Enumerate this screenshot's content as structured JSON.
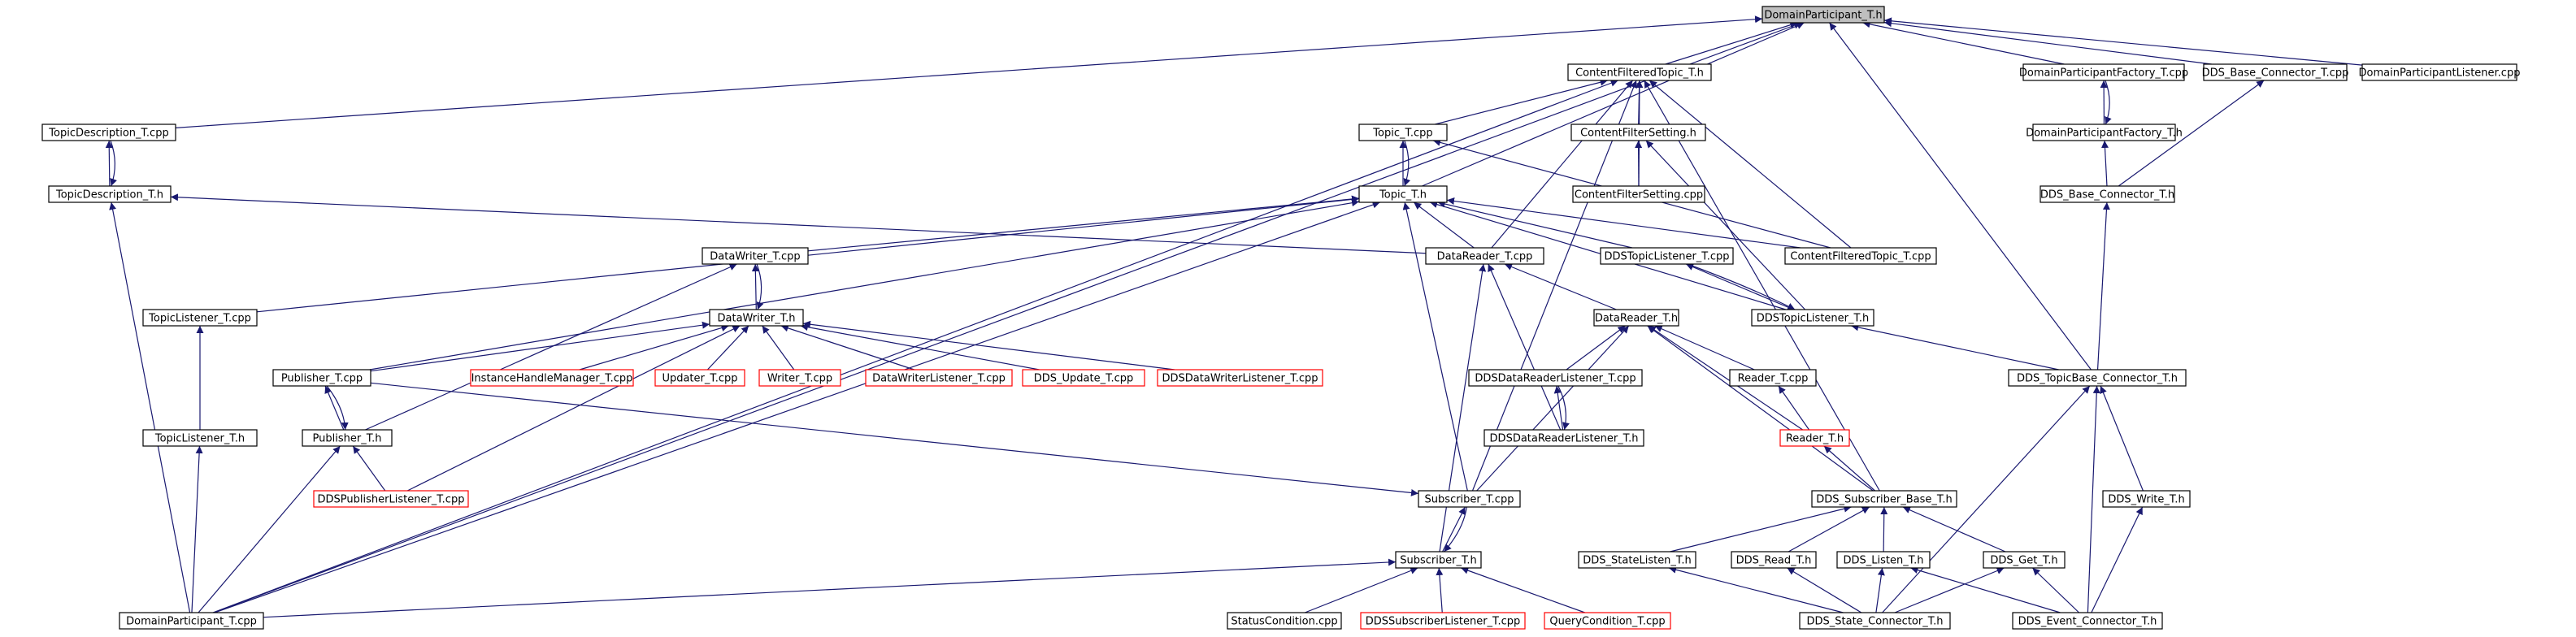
{
  "diagram": {
    "type": "include-dependency-graph",
    "colors": {
      "edge": "#191970",
      "root_fill": "#bfbfbf",
      "normal_border": "#000000",
      "missing_border": "#ff0000"
    },
    "nodes": [
      {
        "id": "dp_th",
        "label": "DomainParticipant_T.h",
        "kind": "root"
      },
      {
        "id": "cft_h",
        "label": "ContentFilteredTopic_T.h"
      },
      {
        "id": "dpf_cpp",
        "label": "DomainParticipantFactory_T.cpp"
      },
      {
        "id": "bc_cpp",
        "label": "DDS_Base_Connector_T.cpp"
      },
      {
        "id": "dpl_cpp",
        "label": "DomainParticipantListener.cpp"
      },
      {
        "id": "td_cpp",
        "label": "TopicDescription_T.cpp"
      },
      {
        "id": "topic_cpp",
        "label": "Topic_T.cpp"
      },
      {
        "id": "cfs_h",
        "label": "ContentFilterSetting.h"
      },
      {
        "id": "dpf_h",
        "label": "DomainParticipantFactory_T.h"
      },
      {
        "id": "td_h",
        "label": "TopicDescription_T.h"
      },
      {
        "id": "topic_h",
        "label": "Topic_T.h"
      },
      {
        "id": "cfs_cpp",
        "label": "ContentFilterSetting.cpp"
      },
      {
        "id": "bc_h",
        "label": "DDS_Base_Connector_T.h"
      },
      {
        "id": "dw_cpp",
        "label": "DataWriter_T.cpp"
      },
      {
        "id": "dr_cpp",
        "label": "DataReader_T.cpp"
      },
      {
        "id": "dtl_cpp",
        "label": "DDSTopicListener_T.cpp"
      },
      {
        "id": "cft_cpp",
        "label": "ContentFilteredTopic_T.cpp"
      },
      {
        "id": "tl_cpp",
        "label": "TopicListener_T.cpp"
      },
      {
        "id": "dw_h",
        "label": "DataWriter_T.h"
      },
      {
        "id": "dr_h",
        "label": "DataReader_T.h"
      },
      {
        "id": "dtl_h",
        "label": "DDSTopicListener_T.h"
      },
      {
        "id": "pub_cpp",
        "label": "Publisher_T.cpp"
      },
      {
        "id": "ihm_cpp",
        "label": "InstanceHandleManager_T.cpp",
        "kind": "missing"
      },
      {
        "id": "upd_cpp",
        "label": "Updater_T.cpp",
        "kind": "missing"
      },
      {
        "id": "wr_cpp",
        "label": "Writer_T.cpp",
        "kind": "missing"
      },
      {
        "id": "dwl_cpp",
        "label": "DataWriterListener_T.cpp",
        "kind": "missing"
      },
      {
        "id": "ddsu_cpp",
        "label": "DDS_Update_T.cpp",
        "kind": "missing"
      },
      {
        "id": "ddwl_cpp",
        "label": "DDSDataWriterListener_T.cpp",
        "kind": "missing"
      },
      {
        "id": "ddrl_cpp",
        "label": "DDSDataReaderListener_T.cpp"
      },
      {
        "id": "rd_cpp",
        "label": "Reader_T.cpp"
      },
      {
        "id": "tbc_h",
        "label": "DDS_TopicBase_Connector_T.h"
      },
      {
        "id": "tl_h",
        "label": "TopicListener_T.h"
      },
      {
        "id": "pub_h",
        "label": "Publisher_T.h"
      },
      {
        "id": "ddrl_h",
        "label": "DDSDataReaderListener_T.h"
      },
      {
        "id": "rd_h",
        "label": "Reader_T.h",
        "kind": "missing"
      },
      {
        "id": "dpl2_cpp",
        "label": "DDSPublisherListener_T.cpp",
        "kind": "missing"
      },
      {
        "id": "sub_cpp",
        "label": "Subscriber_T.cpp"
      },
      {
        "id": "sb_h",
        "label": "DDS_Subscriber_Base_T.h"
      },
      {
        "id": "dw2_h",
        "label": "DDS_Write_T.h"
      },
      {
        "id": "sub_h",
        "label": "Subscriber_T.h"
      },
      {
        "id": "sl_h",
        "label": "DDS_StateListen_T.h"
      },
      {
        "id": "read_h",
        "label": "DDS_Read_T.h"
      },
      {
        "id": "listen_h",
        "label": "DDS_Listen_T.h"
      },
      {
        "id": "get_h",
        "label": "DDS_Get_T.h"
      },
      {
        "id": "dp_cpp",
        "label": "DomainParticipant_T.cpp"
      },
      {
        "id": "sc_cpp",
        "label": "StatusCondition.cpp"
      },
      {
        "id": "dsl_cpp",
        "label": "DDSSubscriberListener_T.cpp",
        "kind": "missing"
      },
      {
        "id": "qc_cpp",
        "label": "QueryCondition_T.cpp",
        "kind": "missing"
      },
      {
        "id": "stc_h",
        "label": "DDS_State_Connector_T.h"
      },
      {
        "id": "ec_h",
        "label": "DDS_Event_Connector_T.h"
      }
    ],
    "edges": [
      [
        "cft_h",
        "dp_th"
      ],
      [
        "dpf_cpp",
        "dp_th"
      ],
      [
        "bc_cpp",
        "dp_th"
      ],
      [
        "dpl_cpp",
        "dp_th"
      ],
      [
        "td_cpp",
        "dp_th"
      ],
      [
        "topic_h",
        "dp_th"
      ],
      [
        "dp_cpp",
        "dp_th"
      ],
      [
        "tbc_h",
        "dp_th"
      ],
      [
        "topic_cpp",
        "cft_h"
      ],
      [
        "cfs_h",
        "cft_h"
      ],
      [
        "cfs_cpp",
        "cft_h"
      ],
      [
        "cft_cpp",
        "cft_h"
      ],
      [
        "dr_cpp",
        "cft_h"
      ],
      [
        "sb_h",
        "cft_h"
      ],
      [
        "dp_cpp",
        "cft_h"
      ],
      [
        "sub_cpp",
        "cft_h"
      ],
      [
        "td_h",
        "td_cpp"
      ],
      [
        "td_cpp",
        "td_h"
      ],
      [
        "dp_cpp",
        "td_h"
      ],
      [
        "dr_cpp",
        "td_h"
      ],
      [
        "topic_h",
        "topic_cpp"
      ],
      [
        "topic_cpp",
        "topic_h"
      ],
      [
        "cft_cpp",
        "topic_cpp"
      ],
      [
        "cfs_cpp",
        "cfs_h"
      ],
      [
        "dtl_h",
        "cfs_h"
      ],
      [
        "dpf_h",
        "dpf_cpp"
      ],
      [
        "dpf_cpp",
        "dpf_h"
      ],
      [
        "bc_h",
        "dpf_h"
      ],
      [
        "bc_h",
        "bc_cpp"
      ],
      [
        "tbc_h",
        "bc_h"
      ],
      [
        "dw_cpp",
        "topic_h"
      ],
      [
        "dr_cpp",
        "topic_h"
      ],
      [
        "dtl_cpp",
        "topic_h"
      ],
      [
        "cft_cpp",
        "topic_h"
      ],
      [
        "tl_cpp",
        "topic_h"
      ],
      [
        "dtl_h",
        "topic_h"
      ],
      [
        "pub_cpp",
        "topic_h"
      ],
      [
        "sub_cpp",
        "topic_h"
      ],
      [
        "dp_cpp",
        "topic_h"
      ],
      [
        "dw_h",
        "dw_cpp"
      ],
      [
        "dw_cpp",
        "dw_h"
      ],
      [
        "pub_h",
        "dw_cpp"
      ],
      [
        "dr_h",
        "dr_cpp"
      ],
      [
        "ddrl_h",
        "dr_cpp"
      ],
      [
        "sub_h",
        "dr_cpp"
      ],
      [
        "dtl_h",
        "dtl_cpp"
      ],
      [
        "dtl_cpp",
        "dtl_h"
      ],
      [
        "tbc_h",
        "dtl_h"
      ],
      [
        "tl_h",
        "tl_cpp"
      ],
      [
        "dp_cpp",
        "tl_h"
      ],
      [
        "pub_cpp",
        "dw_h"
      ],
      [
        "ihm_cpp",
        "dw_h"
      ],
      [
        "upd_cpp",
        "dw_h"
      ],
      [
        "wr_cpp",
        "dw_h"
      ],
      [
        "dwl_cpp",
        "dw_h"
      ],
      [
        "ddsu_cpp",
        "dw_h"
      ],
      [
        "ddwl_cpp",
        "dw_h"
      ],
      [
        "dpl2_cpp",
        "dw_h"
      ],
      [
        "ddrl_cpp",
        "dr_h"
      ],
      [
        "rd_cpp",
        "dr_h"
      ],
      [
        "sb_h",
        "dr_h"
      ],
      [
        "sub_cpp",
        "dr_h"
      ],
      [
        "rd_h",
        "dr_h"
      ],
      [
        "ddrl_h",
        "ddrl_cpp"
      ],
      [
        "ddrl_cpp",
        "ddrl_h"
      ],
      [
        "rd_h",
        "rd_cpp"
      ],
      [
        "sb_h",
        "rd_h"
      ],
      [
        "pub_h",
        "pub_cpp"
      ],
      [
        "pub_cpp",
        "pub_h"
      ],
      [
        "dpl2_cpp",
        "pub_h"
      ],
      [
        "dp_cpp",
        "pub_h"
      ],
      [
        "sub_h",
        "sub_cpp"
      ],
      [
        "sub_cpp",
        "sub_h"
      ],
      [
        "pub_cpp",
        "sub_cpp"
      ],
      [
        "dp_cpp",
        "sub_h"
      ],
      [
        "sc_cpp",
        "sub_h"
      ],
      [
        "dsl_cpp",
        "sub_h"
      ],
      [
        "qc_cpp",
        "sub_h"
      ],
      [
        "stc_h",
        "tbc_h"
      ],
      [
        "dw2_h",
        "tbc_h"
      ],
      [
        "ec_h",
        "tbc_h"
      ],
      [
        "sl_h",
        "sb_h"
      ],
      [
        "read_h",
        "sb_h"
      ],
      [
        "listen_h",
        "sb_h"
      ],
      [
        "get_h",
        "sb_h"
      ],
      [
        "ec_h",
        "dw2_h"
      ],
      [
        "stc_h",
        "sl_h"
      ],
      [
        "stc_h",
        "read_h"
      ],
      [
        "stc_h",
        "listen_h"
      ],
      [
        "ec_h",
        "listen_h"
      ],
      [
        "stc_h",
        "get_h"
      ],
      [
        "ec_h",
        "get_h"
      ]
    ]
  }
}
